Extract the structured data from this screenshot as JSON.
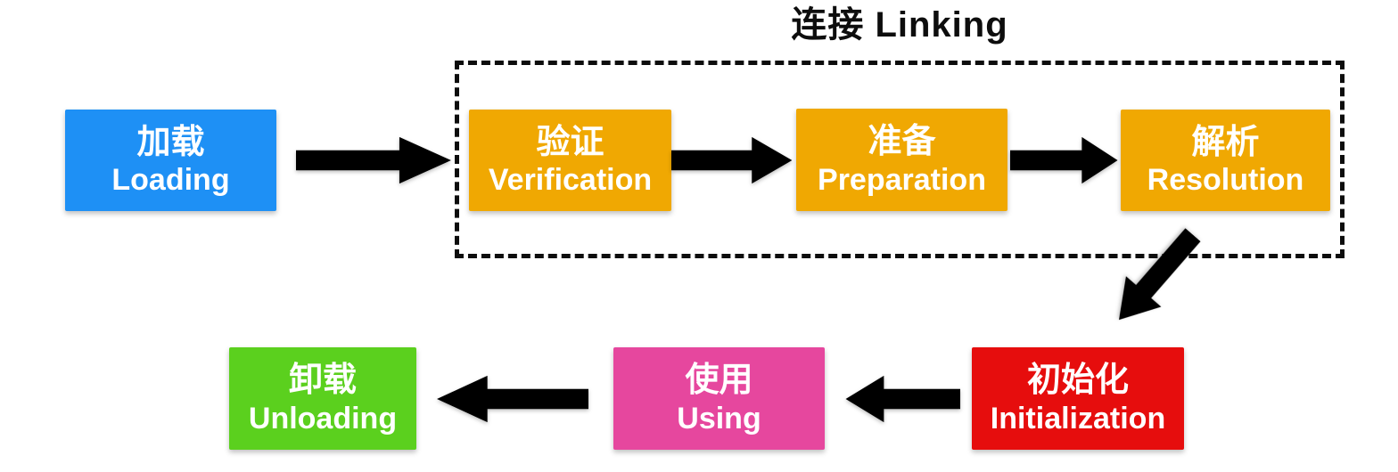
{
  "diagram": {
    "linking_group": {
      "label": "连接 Linking"
    },
    "stages": [
      {
        "id": "loading",
        "zh": "加载",
        "en": "Loading",
        "color": "#1E90F5"
      },
      {
        "id": "verification",
        "zh": "验证",
        "en": "Verification",
        "color": "#F0A802"
      },
      {
        "id": "preparation",
        "zh": "准备",
        "en": "Preparation",
        "color": "#F0A802"
      },
      {
        "id": "resolution",
        "zh": "解析",
        "en": "Resolution",
        "color": "#F0A802"
      },
      {
        "id": "initialization",
        "zh": "初始化",
        "en": "Initialization",
        "color": "#E60D0D"
      },
      {
        "id": "using",
        "zh": "使用",
        "en": "Using",
        "color": "#E6479E"
      },
      {
        "id": "unloading",
        "zh": "卸载",
        "en": "Unloading",
        "color": "#5BD01E"
      }
    ],
    "arrow_color": "#000000"
  }
}
